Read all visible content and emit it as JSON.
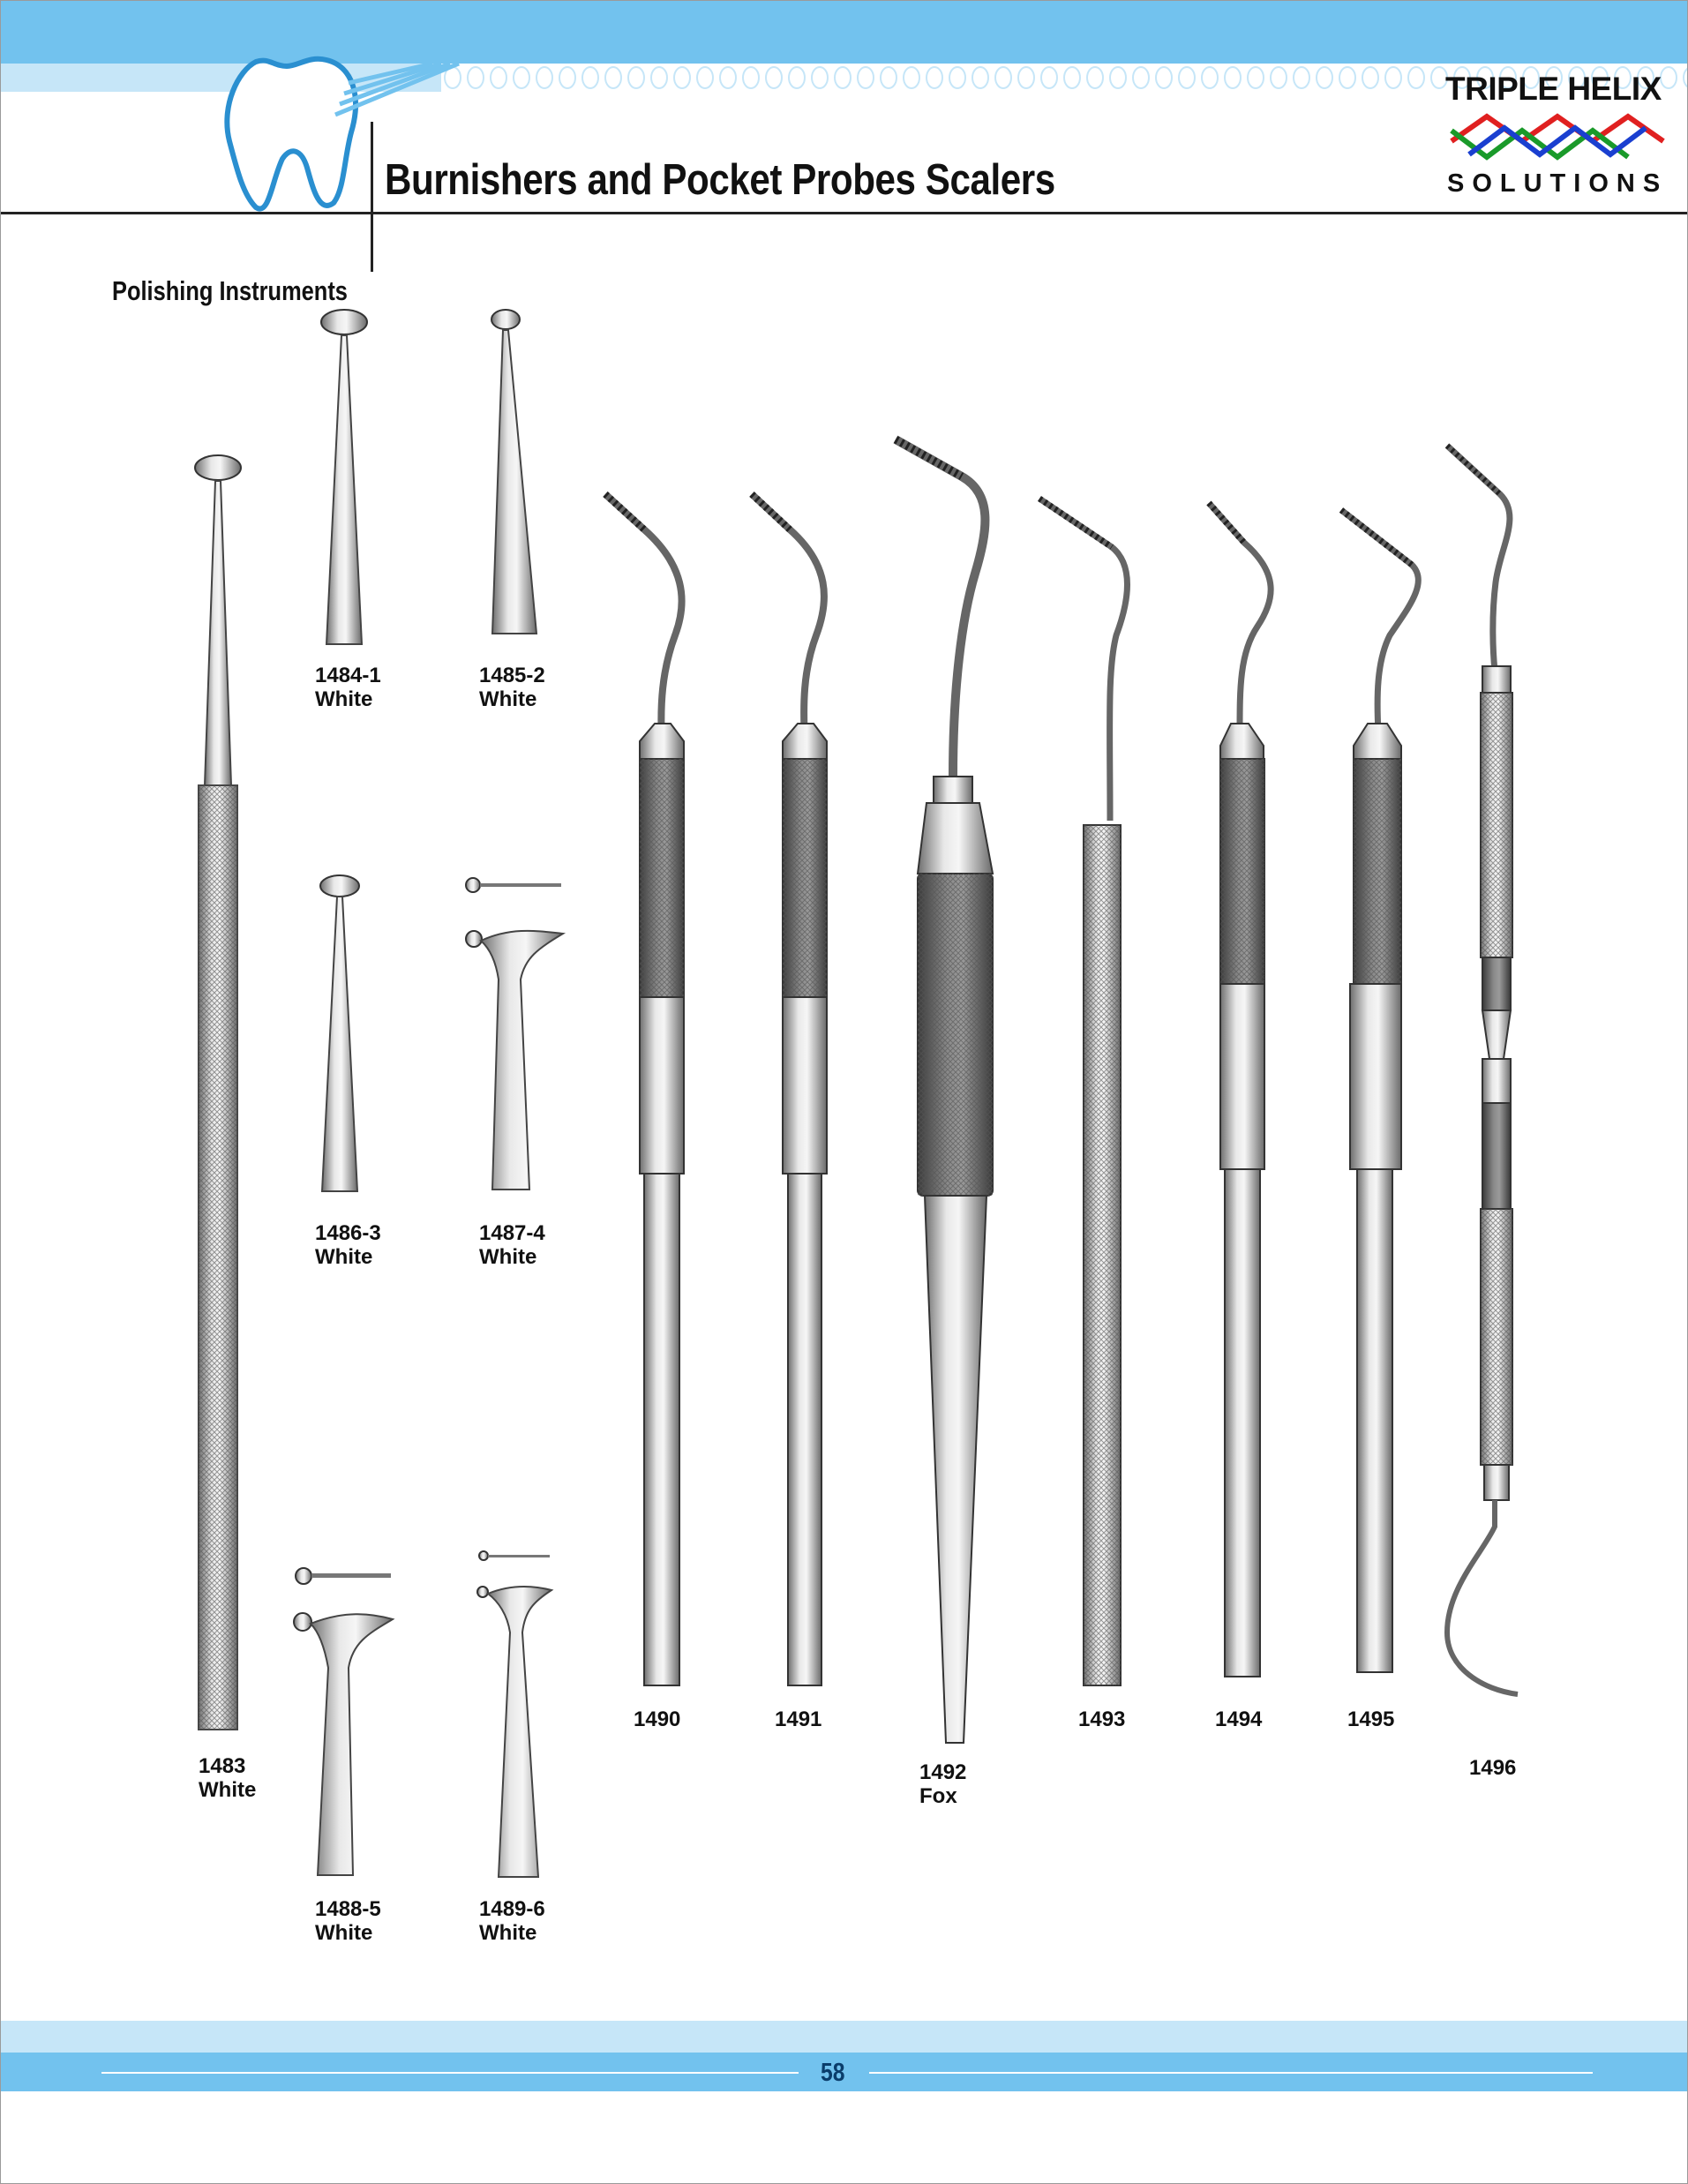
{
  "header": {
    "title": "Burnishers and Pocket Probes Scalers",
    "brand_line1": "TRIPLE HELIX",
    "brand_line2": "SOLUTIONS",
    "accent_color": "#72c2ee",
    "accent_light_color": "#c6e6f8",
    "brand_colors": [
      "#e02020",
      "#1a9a2a",
      "#1a3fd0"
    ]
  },
  "section": {
    "title": "Polishing Instruments"
  },
  "instruments": [
    {
      "code": "1483",
      "note": "White"
    },
    {
      "code": "1484-1",
      "note": "White"
    },
    {
      "code": "1485-2",
      "note": "White"
    },
    {
      "code": "1486-3",
      "note": "White"
    },
    {
      "code": "1487-4",
      "note": "White"
    },
    {
      "code": "1488-5",
      "note": "White"
    },
    {
      "code": "1489-6",
      "note": "White"
    },
    {
      "code": "1490",
      "note": ""
    },
    {
      "code": "1491",
      "note": ""
    },
    {
      "code": "1492",
      "note": "Fox"
    },
    {
      "code": "1493",
      "note": ""
    },
    {
      "code": "1494",
      "note": ""
    },
    {
      "code": "1495",
      "note": ""
    },
    {
      "code": "1496",
      "note": ""
    }
  ],
  "footer": {
    "page_number": "58"
  }
}
